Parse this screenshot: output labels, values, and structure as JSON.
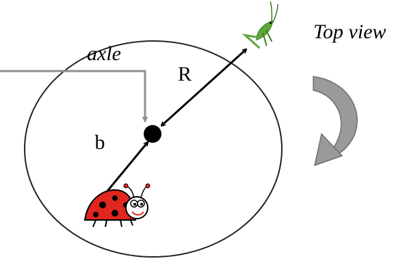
{
  "labels": {
    "axle": "axle",
    "R": "R",
    "b": "b",
    "view": "Top view"
  },
  "colors": {
    "circle": "#222222",
    "axle_line": "#8f8f8f",
    "arrow": "#000000",
    "rotation_arrow": "#9a9a9a",
    "ladybug_body": "#e0261e",
    "grasshopper": "#5da63a"
  },
  "icons": {
    "insect_on_rim": "grasshopper-icon",
    "insect_inside": "ladybug-icon",
    "rotation": "curved-arrow-clockwise-icon"
  }
}
